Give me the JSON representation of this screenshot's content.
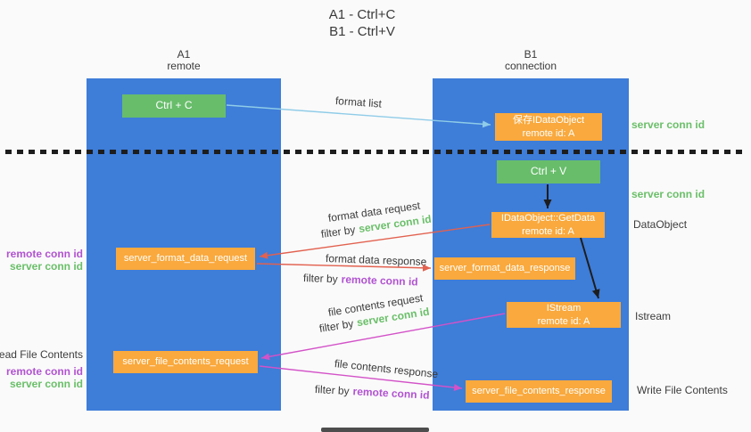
{
  "title": {
    "line1": "A1 - Ctrl+C",
    "line2": "B1 - Ctrl+V"
  },
  "lanes": {
    "left": {
      "name": "A1",
      "role": "remote"
    },
    "right": {
      "name": "B1",
      "role": "connection"
    }
  },
  "nodes": {
    "ctrl_c": {
      "label": "Ctrl + C"
    },
    "ctrl_v": {
      "label": "Ctrl + V"
    },
    "save_dataobject": {
      "line1": "保存IDataObject",
      "line2": "remote id: A"
    },
    "getdata": {
      "line1": "IDataObject::GetData",
      "line2": "remote id: A"
    },
    "format_request": {
      "label": "server_format_data_request"
    },
    "format_response": {
      "label": "server_format_data_response"
    },
    "istream": {
      "line1": "IStream",
      "line2": "remote id: A"
    },
    "file_request": {
      "label": "server_file_contents_request"
    },
    "file_response": {
      "label": "server_file_contents_response"
    }
  },
  "arrow_labels": {
    "format_list": "format list",
    "format_data_request": "format data request",
    "format_data_response": "format data response",
    "file_contents_request": "file contents request",
    "file_contents_response": "file contents response",
    "filter_by": "filter by",
    "server_conn_id": "server conn id",
    "remote_conn_id": "remote conn id"
  },
  "side_labels": {
    "right_server_conn_id_top": "server conn id",
    "right_server_conn_id_mid": "server conn id",
    "dataobject": "DataObject",
    "istream": "Istream",
    "write_file_contents": "Write File Contents",
    "left_remote_conn_id_top": "remote conn id",
    "left_server_conn_id_top": "server conn id",
    "read_file_contents": "Read File Contents",
    "left_remote_conn_id_bottom": "remote conn id",
    "left_server_conn_id_bottom": "server conn id"
  },
  "colors": {
    "lane_blue": "#3e7dd8",
    "green": "#68bd6b",
    "orange": "#f9a93d",
    "green_text": "#6abf69",
    "purple_text": "#b153d1",
    "red_arrow": "#e2614f",
    "magenta_arrow": "#d352c8",
    "blue_arrow": "#8fcce8"
  }
}
